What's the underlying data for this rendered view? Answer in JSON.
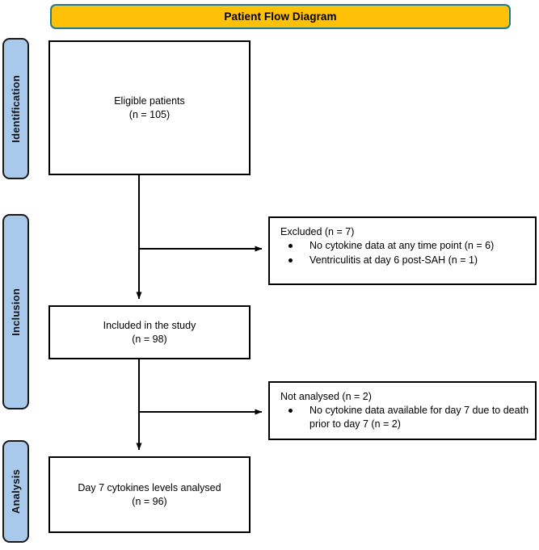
{
  "title": {
    "text": "Patient Flow Diagram"
  },
  "colors": {
    "banner_fill": "#FFC107",
    "banner_border": "#1F7A8C",
    "stage_tab_fill": "#A8C8EC",
    "stage_tab_border": "#1a1a1a",
    "box_border": "#000000",
    "box_fill": "#FFFFFF",
    "text": "#000000"
  },
  "stages": [
    {
      "id": "identification",
      "label": "Identification"
    },
    {
      "id": "inclusion",
      "label": "Inclusion"
    },
    {
      "id": "analysis",
      "label": "Analysis"
    }
  ],
  "flow_boxes": [
    {
      "id": "eligible",
      "line1": "Eligible patients",
      "line2": "(n = 105)",
      "text": "Eligible patients\n(n = 105)",
      "count": 105
    },
    {
      "id": "included",
      "line1": "Included in the study",
      "line2": "(n = 98)",
      "text": "Included in the study\n(n = 98)",
      "count": 98
    },
    {
      "id": "analysed",
      "line1": "Day 7 cytokines levels analysed",
      "line2": "(n = 96)",
      "text": "Day 7 cytokines levels analysed\n(n = 96)",
      "count": 96
    }
  ],
  "side_boxes": [
    {
      "id": "excluded",
      "heading": "Excluded (n = 7)",
      "count": 7,
      "items": [
        {
          "text": "No cytokine data at any time point (n = 6)",
          "count": 6
        },
        {
          "text": "Ventriculitis at day 6 post-SAH (n = 1)",
          "count": 1
        }
      ]
    },
    {
      "id": "not-analysed",
      "heading": "Not analysed (n = 2)",
      "count": 2,
      "items": [
        {
          "text": "No cytokine data available for day 7 due to death prior to day 7 (n = 2)",
          "count": 2
        }
      ]
    }
  ]
}
